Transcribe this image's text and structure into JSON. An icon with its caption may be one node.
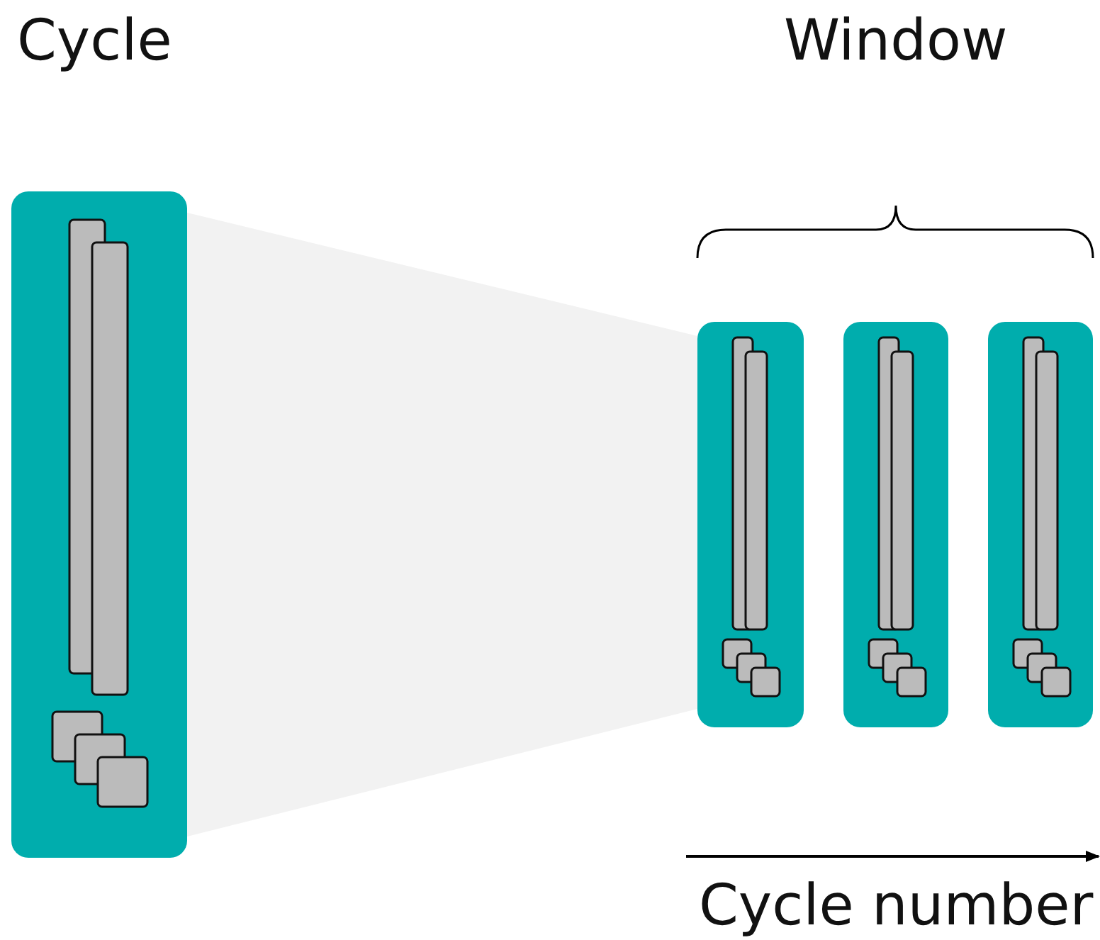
{
  "diagram": {
    "nodes": [
      {
        "text": [
          "Cycle"
        ]
      },
      {
        "text": [],
        "shape": "box"
      },
      {
        "text": [],
        "shape": "box"
      },
      {
        "text": [],
        "shape": "box"
      }
    ],
    "labels": [
      "Window",
      "Cycle number"
    ]
  }
}
